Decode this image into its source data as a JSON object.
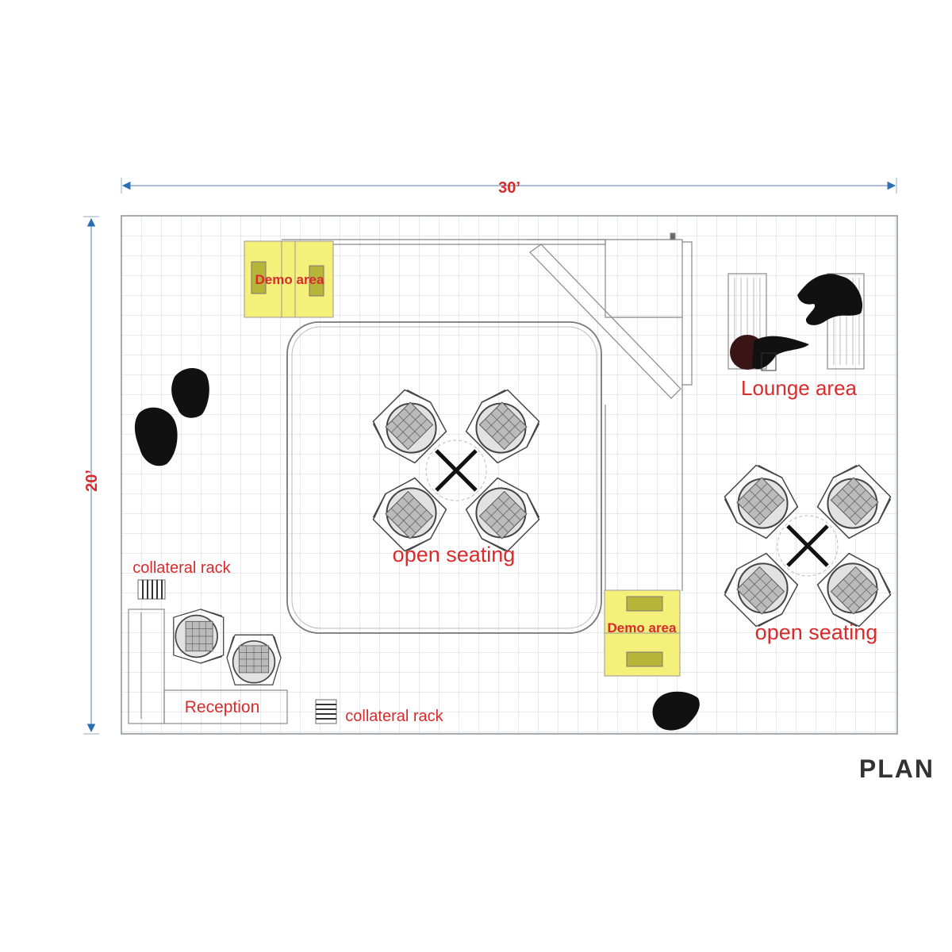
{
  "dimensions": {
    "width_label": "30’",
    "height_label": "20’"
  },
  "title": "PLAN",
  "labels": {
    "demo_area_top": "Demo area",
    "demo_area_bottom": "Demo area",
    "lounge_area": "Lounge area",
    "open_seating_center": "open seating",
    "open_seating_right": "open seating",
    "collateral_rack_left": "collateral rack",
    "collateral_rack_bottom": "collateral rack",
    "reception": "Reception"
  },
  "colors": {
    "label_red": "#d92b2b",
    "dimension_blue": "#2a6fb5",
    "demo_yellow": "#f4f07a",
    "grid_line": "#cfd3d8",
    "figure_black": "#111111",
    "title_gray": "#333333"
  }
}
